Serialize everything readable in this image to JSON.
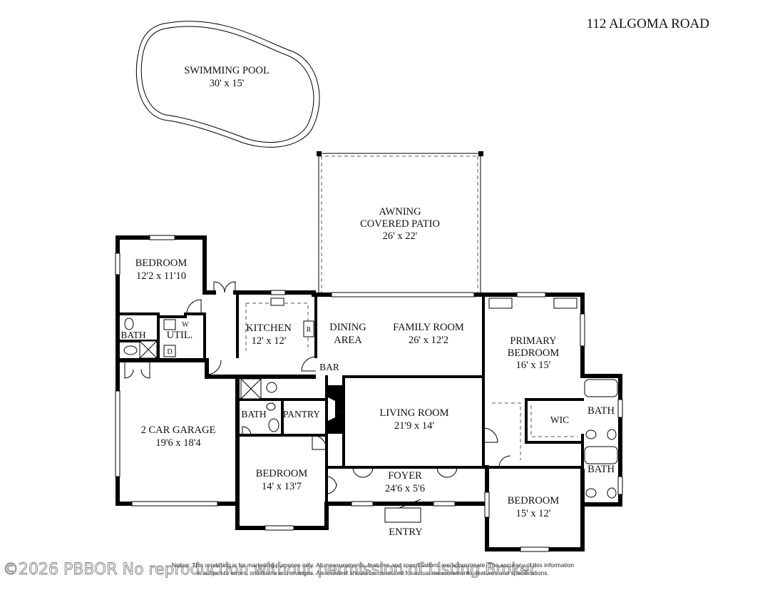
{
  "title": "112 ALGOMA ROAD",
  "rooms": {
    "pool": {
      "name": "SWIMMING POOL",
      "dims": "30' x 15'"
    },
    "patio": {
      "line1": "AWNING",
      "line2": "COVERED PATIO",
      "dims": "26' x 22'"
    },
    "bedroom_nw": {
      "name": "BEDROOM",
      "dims": "12'2 x 11'10"
    },
    "bath_nw": {
      "name": "BATH"
    },
    "util": {
      "name": "UTIL.",
      "washer": "W",
      "dryer": "D"
    },
    "kitchen": {
      "name": "KITCHEN",
      "dims": "12' x 12'",
      "fridge": "R"
    },
    "dining": {
      "line1": "DINING",
      "line2": "AREA"
    },
    "family": {
      "name": "FAMILY ROOM",
      "dims": "26' x 12'2"
    },
    "bar": {
      "name": "BAR"
    },
    "primary": {
      "line1": "PRIMARY",
      "line2": "BEDROOM",
      "dims": "16' x 15'"
    },
    "garage": {
      "name": "2 CAR GARAGE",
      "dims": "19'6 x 18'4"
    },
    "bath_mid": {
      "name": "BATH"
    },
    "pantry": {
      "name": "PANTRY"
    },
    "fp": {
      "name": "FP"
    },
    "living": {
      "name": "LIVING ROOM",
      "dims": "21'9 x 14'"
    },
    "wic": {
      "name": "WIC"
    },
    "bath_e1": {
      "name": "BATH"
    },
    "bath_e2": {
      "name": "BATH"
    },
    "bedroom_sw": {
      "name": "BEDROOM",
      "dims": "14' x 13'7"
    },
    "foyer": {
      "name": "FOYER",
      "dims": "24'6 x 5'6"
    },
    "bedroom_se": {
      "name": "BEDROOM",
      "dims": "15' x 12'"
    },
    "entry": {
      "name": "ENTRY"
    }
  },
  "notice": {
    "line1": "Notice: This rendering is for marketing purposes only. All measurements, features and specifications are approximate. The accuracy of this information",
    "line2": "is subject to errors, omissions and changes. An architect should be consulted for actual measurements, features and specifications."
  },
  "watermark": "©2026 PBBOR No reproduction without permission of Listing Broker"
}
